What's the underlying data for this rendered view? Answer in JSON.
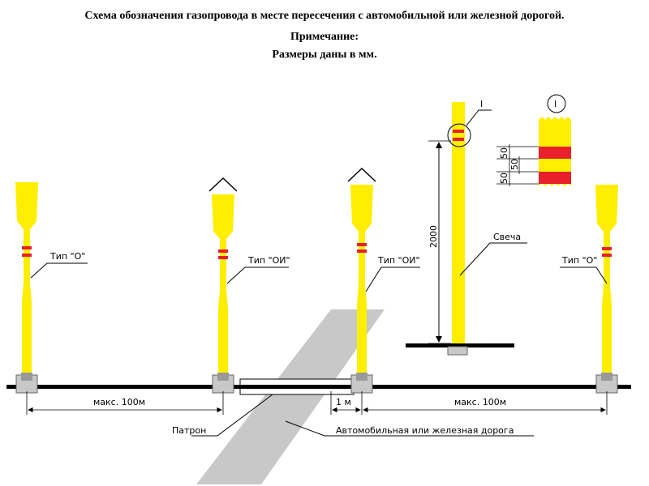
{
  "header": {
    "title": "Схема обозначения газопровода в месте пересечения с автомобильной или железной дорогой.",
    "note_label": "Примечание:",
    "note_text": "Размеры даны в мм."
  },
  "labels": {
    "post1": "Тип \"О\"",
    "post2": "Тип \"ОИ\"",
    "post3": "Тип \"ОИ\"",
    "candle": "Свеча",
    "post5": "Тип \"О\"",
    "height_dim": "2000",
    "detail_marker": "I",
    "detail_callout": "I",
    "detail_dim1": "50",
    "detail_dim2": "50",
    "detail_dim3": "50",
    "span_left": "макс. 100м",
    "span_right": "макс. 100м",
    "span_small": "1 м",
    "sleeve": "Патрон",
    "road": "Автомобильная или железная дорога"
  },
  "colors": {
    "post_yellow": "#ffee00",
    "stripe_red": "#e8202a",
    "road_gray": "#c8c8c8"
  }
}
